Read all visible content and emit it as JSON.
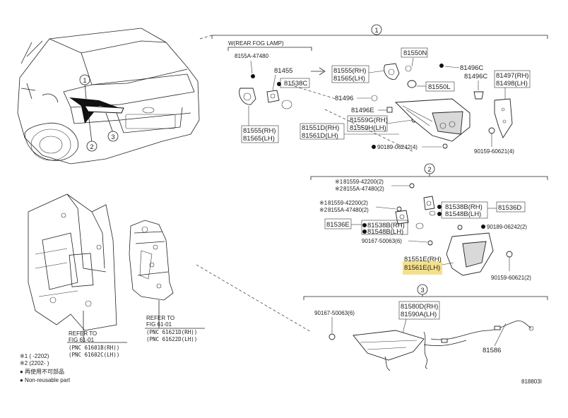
{
  "sections": {
    "s1": "1",
    "s2": "2",
    "s3": "3"
  },
  "callouts": {
    "c1": "1",
    "c2": "2",
    "c3": "3"
  },
  "fog": {
    "title": "W(REAR FOG LAMP)",
    "p8155A": "8155A-47480",
    "p81455": "81455",
    "p81538C": "81538C",
    "p81555rh": "81555(RH)",
    "p81565lh": "81565(LH)"
  },
  "sec1": {
    "p81550N": "81550N",
    "p81555rh": "81555(RH)",
    "p81565lh": "81565(LH)",
    "p81496C_a": "81496C",
    "p81496C_b": "81496C",
    "p81497rh": "81497(RH)",
    "p81498lh": "81498(LH)",
    "p81550L": "81550L",
    "p81496": "81496",
    "p81496E": "81496E",
    "p81559G": "81559G(RH)",
    "p81559H": "81559H(LH)",
    "p81551D": "81551D(RH)",
    "p81561D": "81561D(LH)",
    "p90189": "90189-06242(4)",
    "p90159": "90159-60621(4)"
  },
  "sec2": {
    "n1a": "※1",
    "n2a": "※2",
    "p81559_42200_a": "81559-42200(2)",
    "p8155A_47480_a": "8155A-47480(2)",
    "n1b": "※1",
    "n2b": "※2",
    "p81559_42200_b": "81559-42200(2)",
    "p8155A_47480_b": "8155A-47480(2)",
    "p81538B_rh_a": "81538B(RH)",
    "p81548B_lh_a": "81548B(LH)",
    "p81536D": "81536D",
    "p81536E": "81536E",
    "p81538B_rh_b": "81538B(RH)",
    "p81548B_lh_b": "81548B(LH)",
    "p90189": "90189-06242(2)",
    "p90167": "90167-50063(6)",
    "p81551E": "81551E(RH)",
    "p81561E": "81561E(LH)",
    "p90159": "90159-60621(2)"
  },
  "sec3": {
    "p90167": "90167-50063(6)",
    "p81580D": "81580D(RH)",
    "p81590A": "81590A(LH)",
    "p81586": "81586"
  },
  "refs": {
    "r1_a": "REFER TO",
    "r1_b": "FIG 61-01",
    "r1_c": "(PNC  61621D(RH))",
    "r1_d": "(PNC  61622D(LH))",
    "r2_a": "REFER TO",
    "r2_b": "FIG 61-01",
    "r2_c": "(PNC  61601B(RH))",
    "r2_d": "(PNC  61602C(LH))"
  },
  "legend": {
    "n1": "※1 (       -2202)",
    "n2": "※2 (2202-       )",
    "jp": "● 再使用不可部品",
    "en": "● Non-reusable part"
  },
  "figure_id": "818803I",
  "colors": {
    "highlight": "#f5e08a",
    "ink": "#222222"
  }
}
